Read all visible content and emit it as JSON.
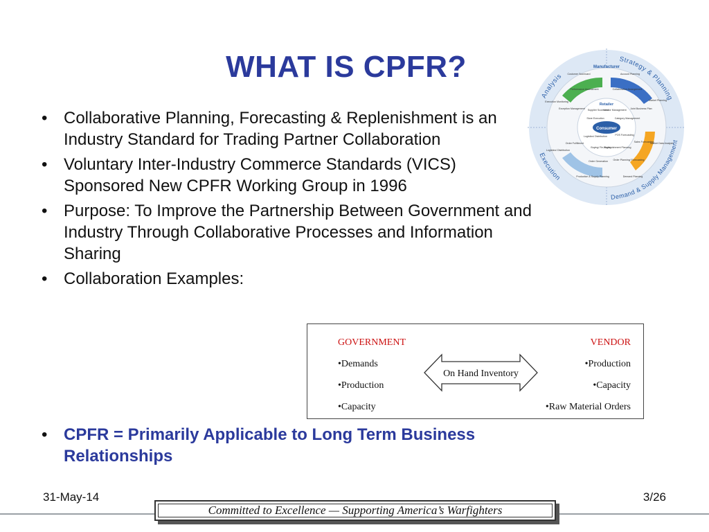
{
  "slide": {
    "title": "WHAT IS CPFR?",
    "bullets": [
      "Collaborative Planning, Forecasting & Replenishment is an Industry Standard for Trading Partner Collaboration",
      "Voluntary Inter-Industry Commerce Standards (VICS) Sponsored New CPFR Working Group in 1996",
      "Purpose:  To Improve the Partnership Between Government and Industry Through Collaborative Processes and Information Sharing",
      "Collaboration Examples:"
    ],
    "highlight_bullet": "CPFR = Primarily Applicable to Long Term Business Relationships",
    "bullet_glyph": "•"
  },
  "collaboration": {
    "government_header": "GOVERNMENT",
    "government_items": [
      "•Demands",
      "•Production",
      "•Capacity"
    ],
    "vendor_header": "VENDOR",
    "vendor_items": [
      "•Production",
      "•Capacity",
      "•Raw Material Orders"
    ],
    "center_label": "On Hand Inventory"
  },
  "cycle_diagram": {
    "outer_labels": [
      "Analysis",
      "Strategy & Planning",
      "Demand & Supply Management",
      "Execution"
    ],
    "manufacturer_label": "Manufacturer",
    "retailer_label": "Retailer",
    "consumer_label": "Consumer",
    "tasks": [
      "Customer Scorecard",
      "Account Planning",
      "Performance Assessment",
      "Collaboration Arrangement",
      "Execution Monitoring",
      "Exception Management",
      "Supplier Scorecard",
      "Vendor Management",
      "Joint Business Plan",
      "Market Planning",
      "Category Management",
      "Store Execution",
      "Logistics/ Distribution",
      "POS Forecasting",
      "Sales Forecasting",
      "Market Data Analysis",
      "Order Fulfillment",
      "Buying/ Re-buying",
      "Replenishment Planning",
      "Order Generation",
      "Order Planning/ Forecasting",
      "Production & Supply Planning",
      "Demand Planning",
      "Logistics/ Distribution"
    ],
    "colors": {
      "analysis": "#4caf50",
      "strategy": "#3b6fc4",
      "demand": "#f5a623",
      "execution": "#9fc3e6",
      "outer_ring": "#dde8f5",
      "text": "#2b5fa8"
    }
  },
  "footer": {
    "date": "31-May-14",
    "page": "3/26",
    "banner": "Committed to Excellence — Supporting America’s Warfighters"
  },
  "colors": {
    "title": "#2b3a9c",
    "highlight": "#2b3a9c",
    "red_header": "#cc1111"
  }
}
